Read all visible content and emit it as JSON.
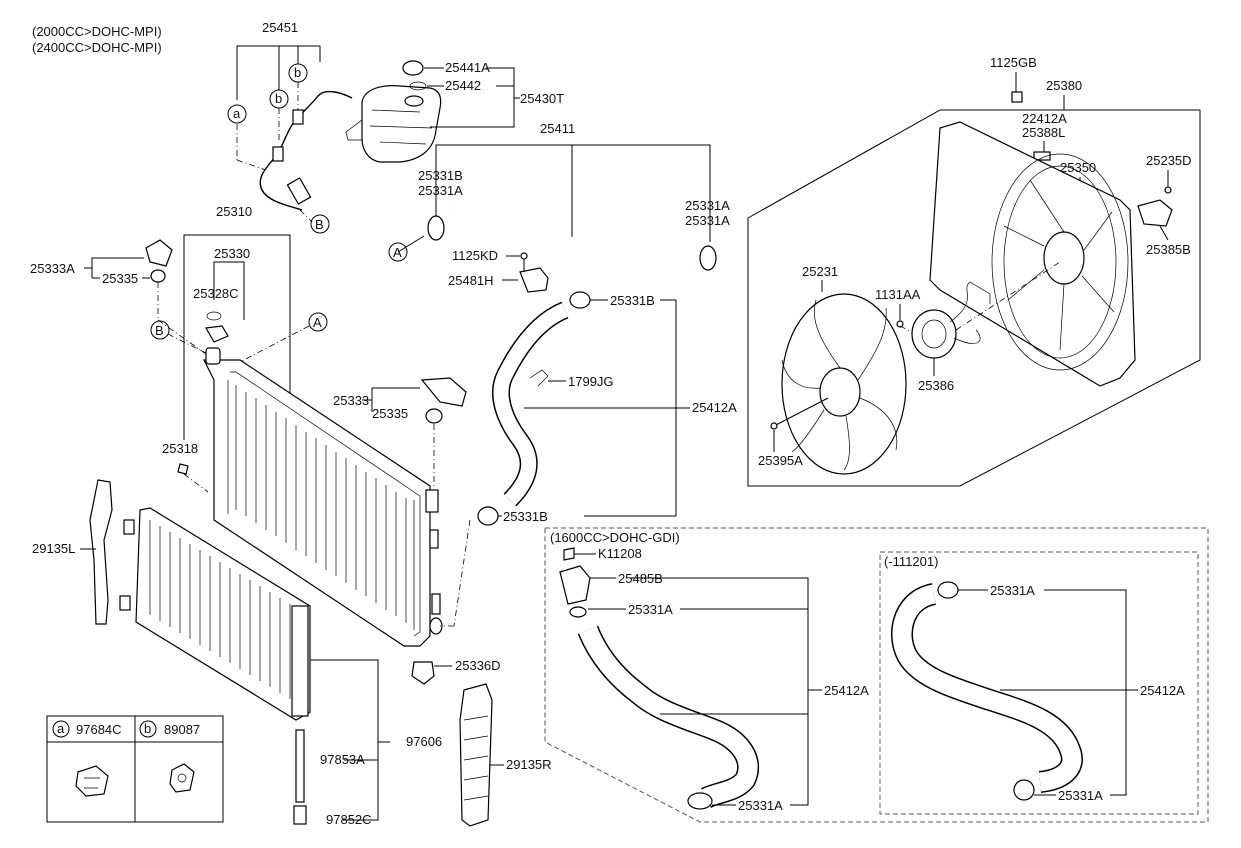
{
  "header": {
    "engine_line1": "(2000CC>DOHC-MPI)",
    "engine_line2": "(2400CC>DOHC-MPI)"
  },
  "labels": {
    "p25451": "25451",
    "p25441A": "25441A",
    "p25442": "25442",
    "p25430T": "25430T",
    "p25411": "25411",
    "p25331B_a": "25331B",
    "p25331A_a": "25331A",
    "p25331A_r1": "25331A",
    "p25331A_r2": "25331A",
    "p1125KD": "1125KD",
    "p25481H": "25481H",
    "p25310": "25310",
    "p25330": "25330",
    "p25333A": "25333A",
    "p25335_a": "25335",
    "p25328C": "25328C",
    "p25331B_b": "25331B",
    "p1799JG": "1799JG",
    "p25412A_main": "25412A",
    "p25333": "25333",
    "p25335_b": "25335",
    "p25318": "25318",
    "p25331B_c": "25331B",
    "p29135L": "29135L",
    "p25336D": "25336D",
    "p29135R": "29135R",
    "p97606": "97606",
    "p97853A": "97853A",
    "p97852C": "97852C",
    "p1125GB": "1125GB",
    "p25380": "25380",
    "p22412A": "22412A",
    "p25388L": "25388L",
    "p25350": "25350",
    "p25235D": "25235D",
    "p25385B": "25385B",
    "p25231": "25231",
    "p1131AA": "1131AA",
    "p25386": "25386",
    "p25395A": "25395A"
  },
  "callouts": {
    "a": "a",
    "b": "b",
    "A": "A",
    "B": "B"
  },
  "gdi_box": {
    "title": "(1600CC>DOHC-GDI)",
    "pK11208": "K11208",
    "p25485B": "25485B",
    "p25331A_1": "25331A",
    "p25412A": "25412A",
    "p25331A_2": "25331A"
  },
  "sub_box": {
    "title": "(-111201)",
    "p25331A_1": "25331A",
    "p25412A": "25412A",
    "p25331A_2": "25331A"
  },
  "legend": {
    "a_letter": "a",
    "a_part": "97684C",
    "b_letter": "b",
    "b_part": "89087"
  }
}
